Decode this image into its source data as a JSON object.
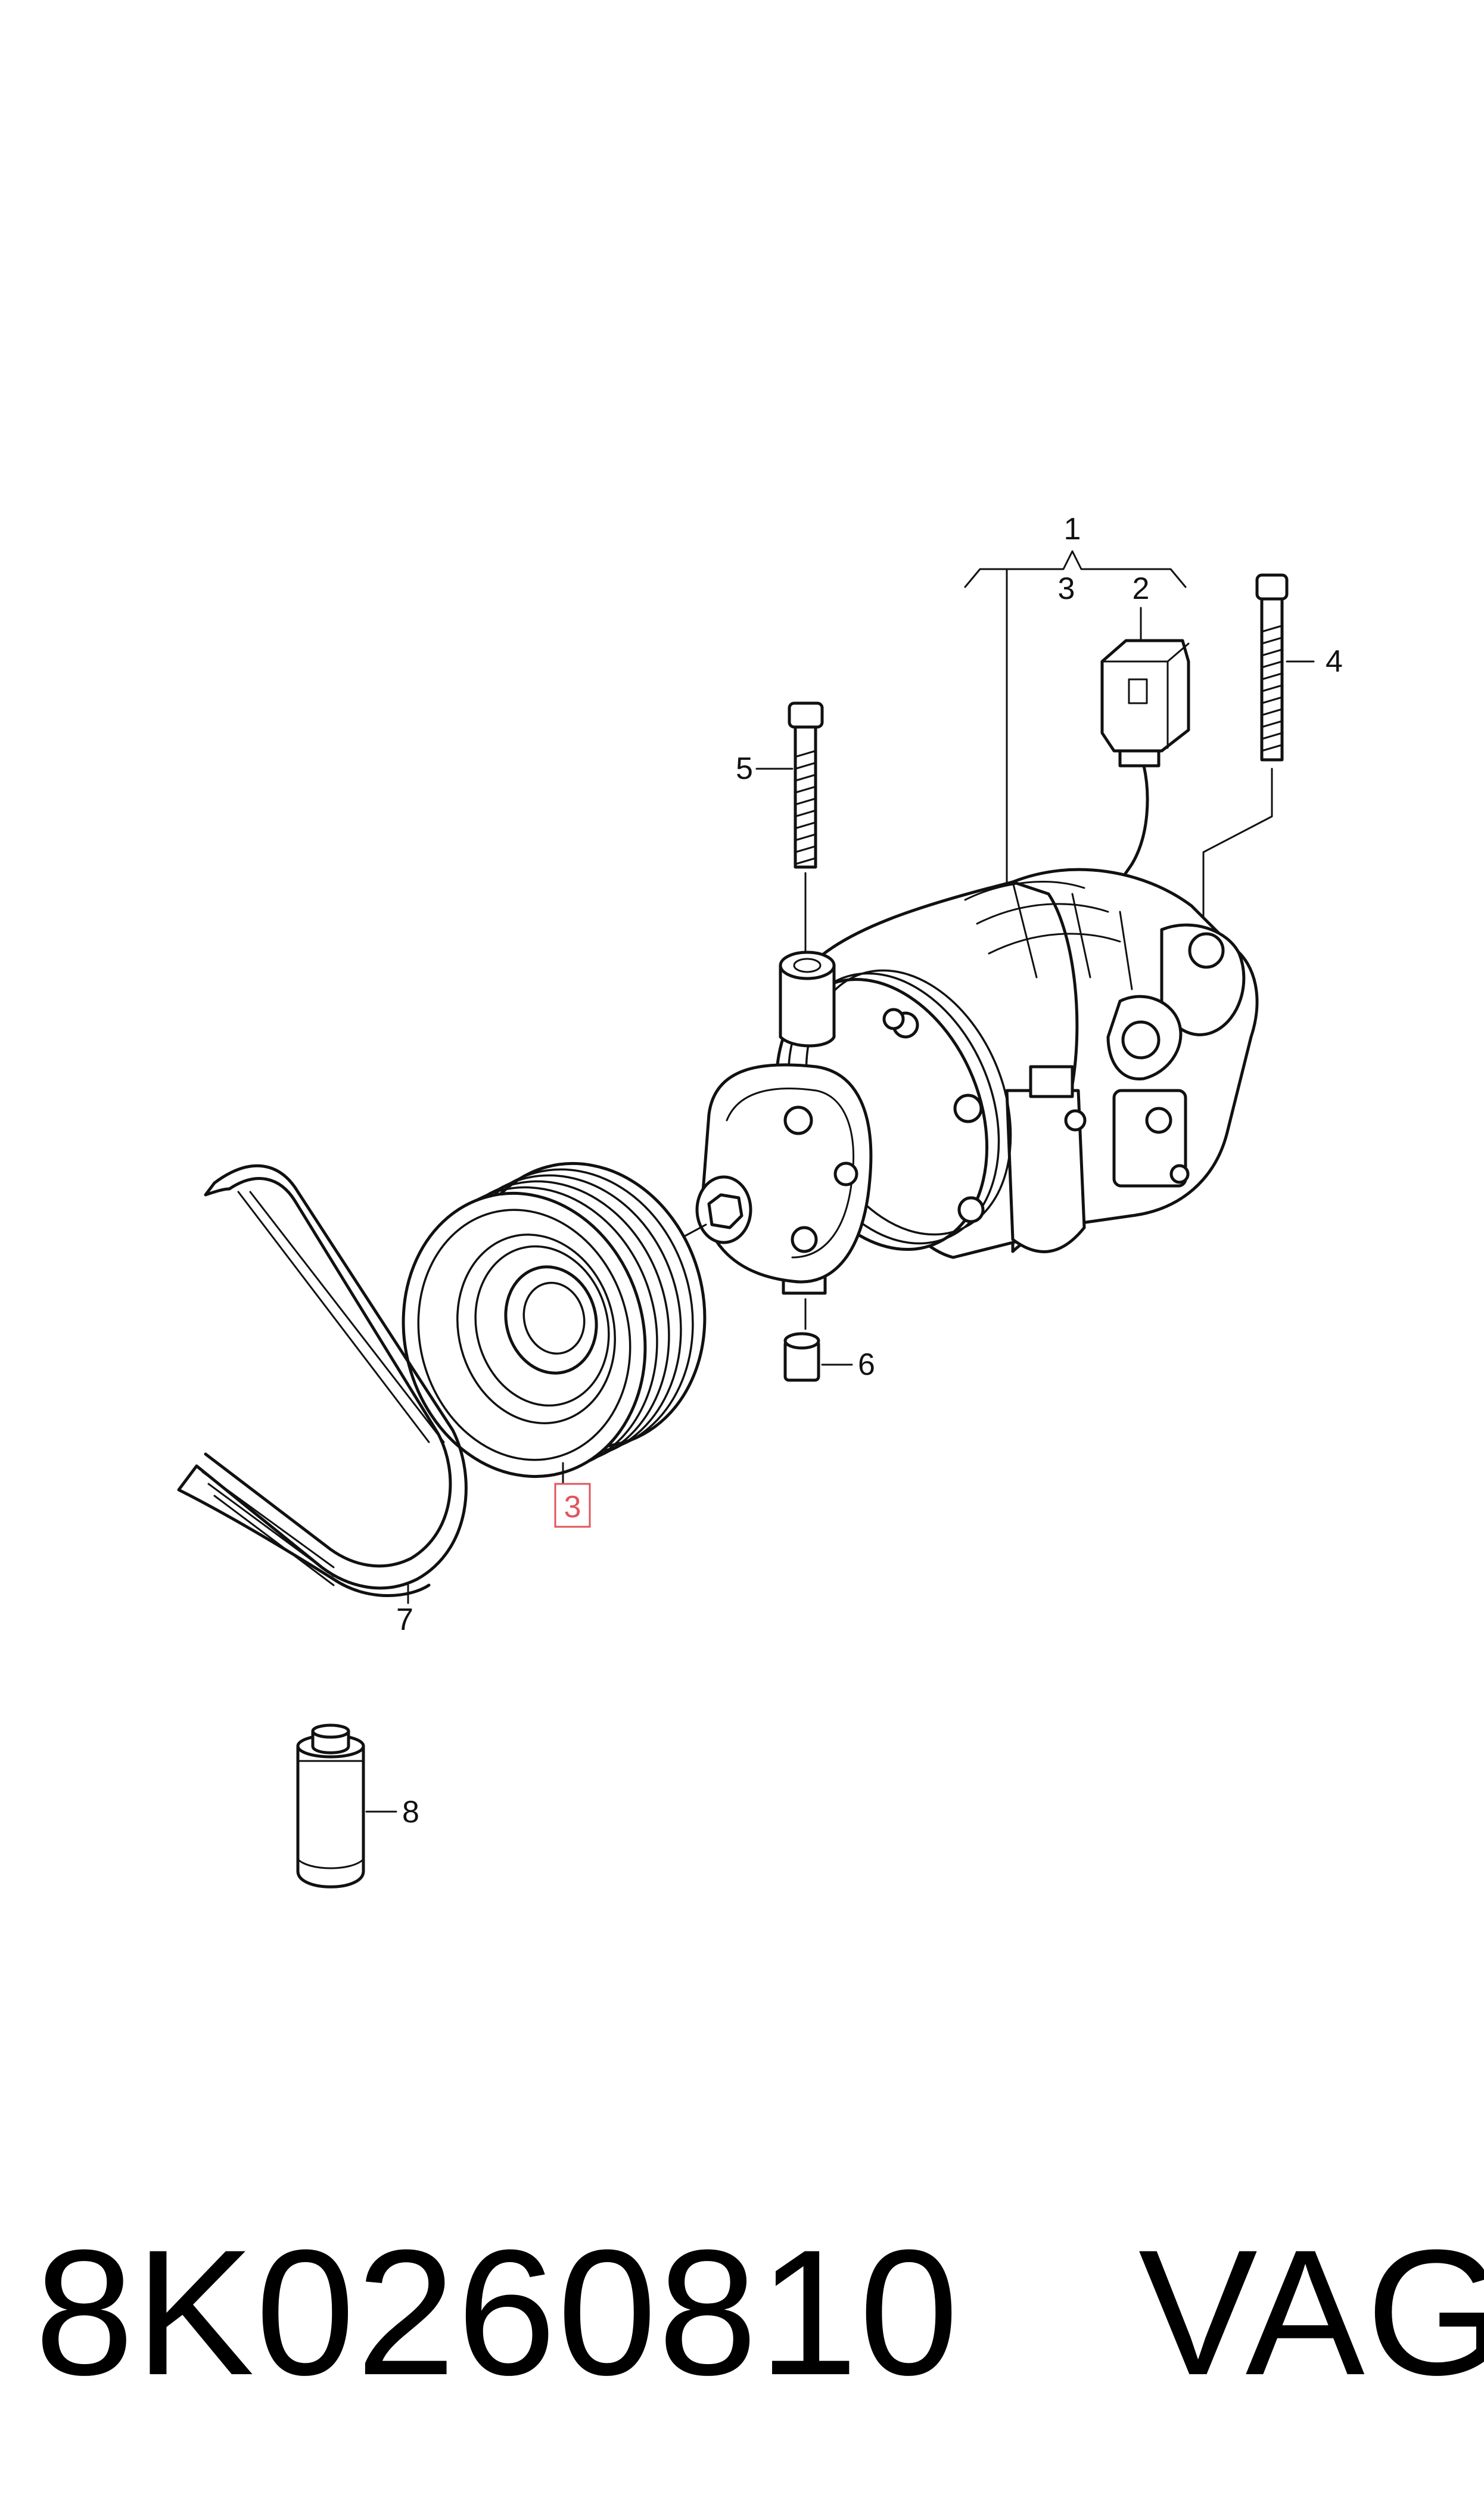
{
  "callouts": {
    "c1": "1",
    "c2": "2",
    "c3_group": "3",
    "c3_pulley": "3",
    "c4": "4",
    "c5": "5",
    "c6": "6",
    "c7": "7",
    "c8": "8"
  },
  "footer": {
    "part_number": "8K0260810",
    "brand": "VAG"
  },
  "colors": {
    "line": "#111111",
    "highlight": "#e0565b",
    "background": "#ffffff"
  }
}
